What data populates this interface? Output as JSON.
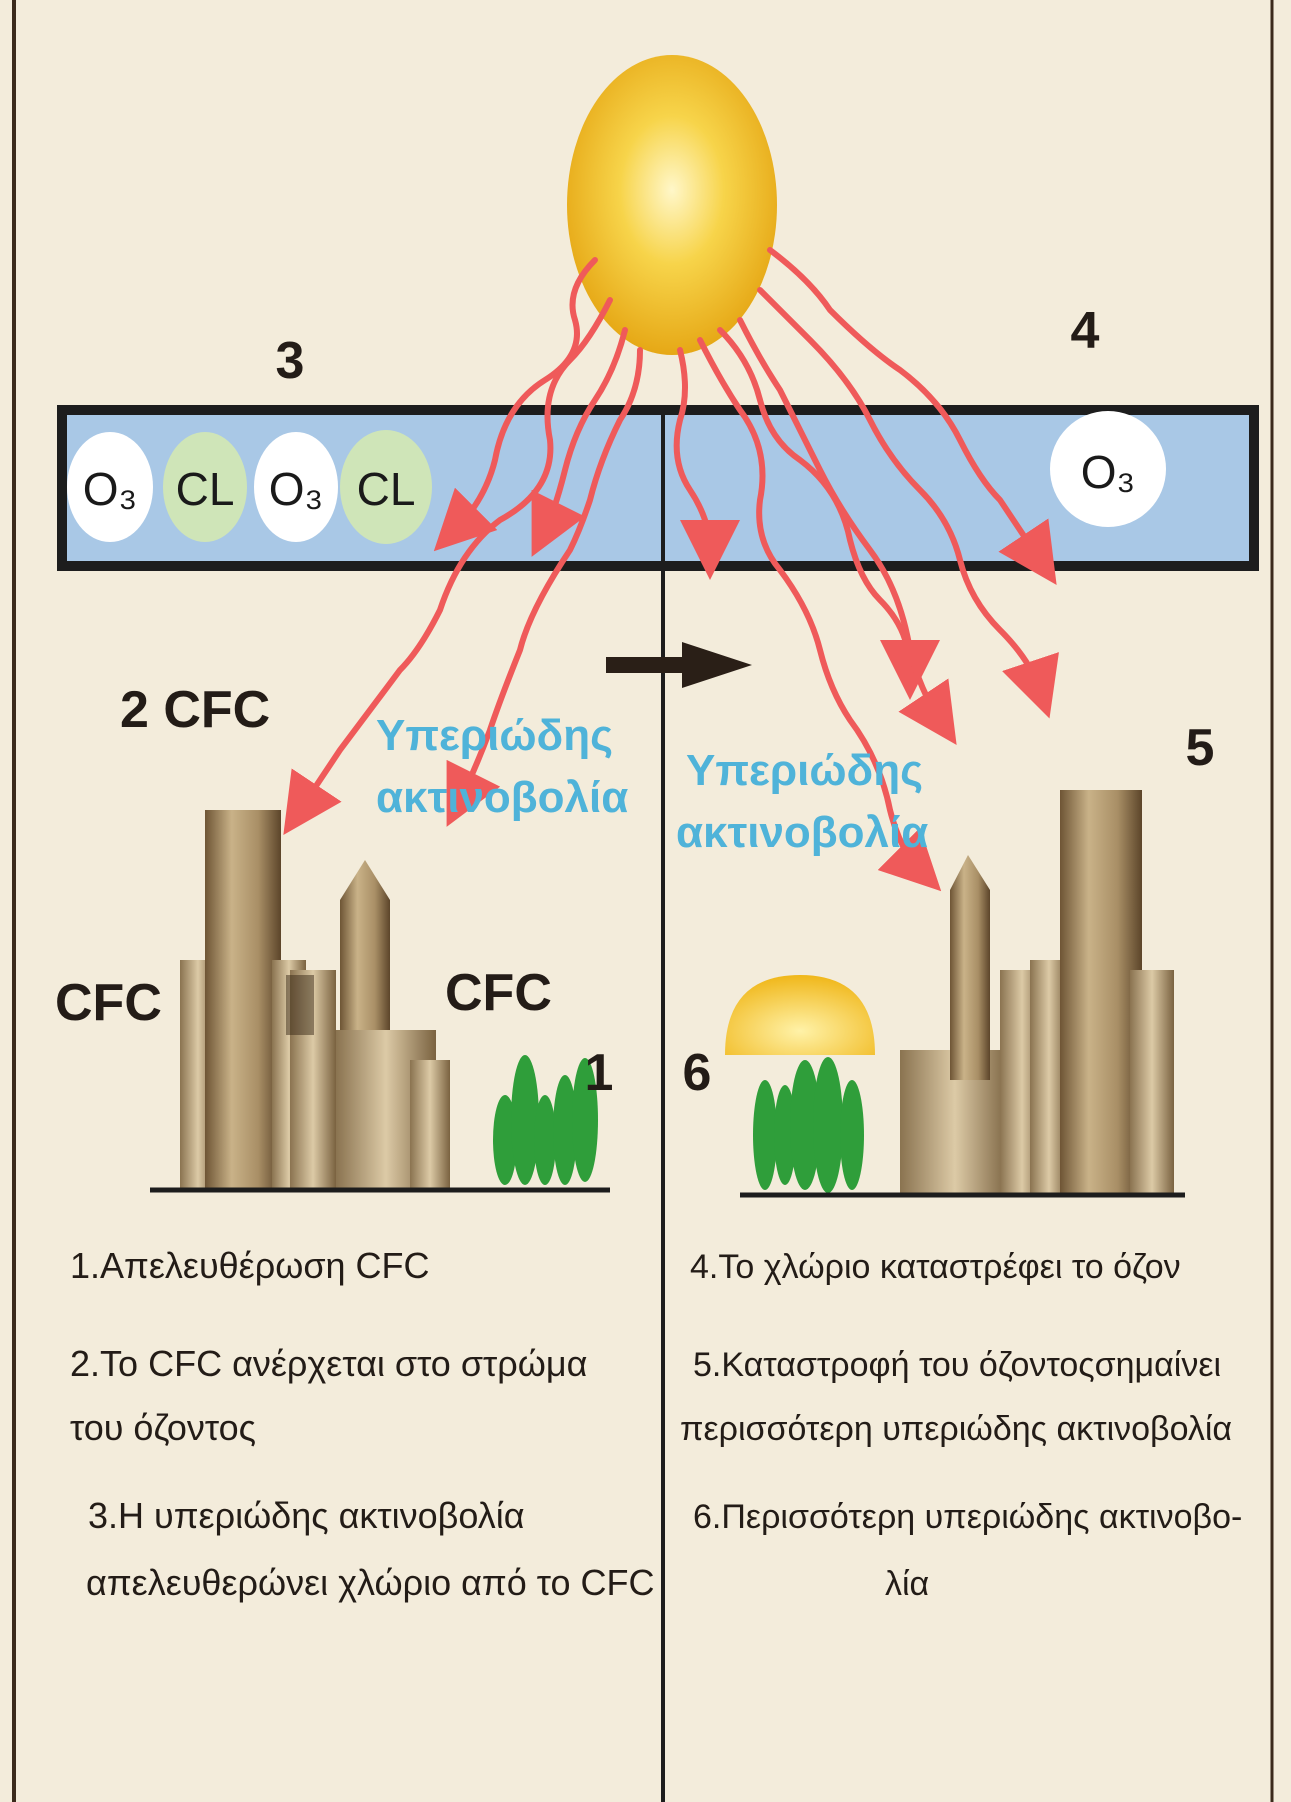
{
  "numbers": {
    "n1": "1",
    "n2": "2",
    "n3": "3",
    "n4": "4",
    "n5": "5",
    "n6": "6"
  },
  "labels": {
    "cfc_main": "2 CFC",
    "cfc_left": "CFC",
    "cfc_mid": "CFC",
    "uv_left_line1": "Υπεριώδης",
    "uv_left_line2": "ακτινοβολία",
    "uv_right_line1": "Υπεριώδης",
    "uv_right_line2": "ακτινοβολία"
  },
  "molecules": {
    "o3_a": "O₃",
    "cl_a": "CL",
    "o3_b": "O₃",
    "cl_b": "CL",
    "o3_right": "O₃"
  },
  "captions": {
    "left": {
      "c1": "1.Απελευθέρωση CFC",
      "c2_line1": "2.Το CFC ανέρχεται στο στρώμα",
      "c2_line2": "του όζοντος",
      "c3_line1": "3.Η υπεριώδης  ακτινοβολία",
      "c3_line2": "απελευθερώνει χλώριο από το CFC"
    },
    "right": {
      "c4": "4.Το χλώριο καταστρέφει το όζον",
      "c5_line1": "5.Καταστροφή του όζοντοςσημαίνει",
      "c5_line2": "περισσότερη υπεριώδης ακτινοβολία",
      "c6_line1": "6.Περισσότερη υπεριώδης ακτινοβο-",
      "c6_line2": "λία"
    }
  },
  "colors": {
    "background": "#f3ecdb",
    "ozone_band": "#a9c8e6",
    "uv_text": "#4fb3d9",
    "ray": "#ef5a5a",
    "sun": "#f2c21b",
    "cl_circle": "#cfe5b8",
    "vegetation": "#2f9e3a"
  }
}
